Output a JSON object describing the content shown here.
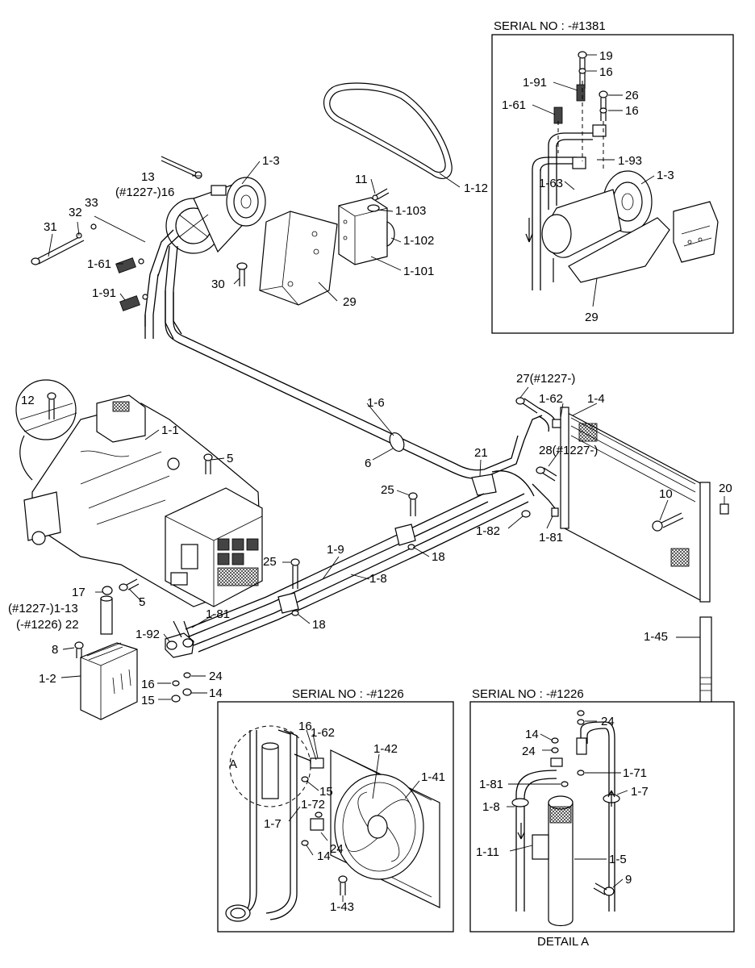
{
  "insets": {
    "top_right": {
      "title": "SERIAL NO : -#1381"
    },
    "bottom_middle": {
      "title": "SERIAL NO : -#1226"
    },
    "bottom_right": {
      "title": "SERIAL NO : -#1226",
      "caption": "DETAIL A"
    }
  },
  "detail_marker": "A",
  "callouts": {
    "c1_3_main": "1-3",
    "c13": "13",
    "c16_var": "(#1227-)16",
    "c33": "33",
    "c32": "32",
    "c31": "31",
    "c1_61_main": "1-61",
    "c1_91_main": "1-91",
    "c11": "11",
    "c1_103": "1-103",
    "c1_102": "1-102",
    "c1_101": "1-101",
    "c30": "30",
    "c29_main": "29",
    "c1_12": "1-12",
    "c12": "12",
    "c1_1": "1-1",
    "c5_top": "5",
    "c5_bot": "5",
    "c1_6": "1-6",
    "c6": "6",
    "c21": "21",
    "c27": "27(#1227-)",
    "c1_62_main": "1-62",
    "c1_4": "1-4",
    "c28": "28(#1227-)",
    "c25_top": "25",
    "c25_bot": "25",
    "c10": "10",
    "c20": "20",
    "c1_82": "1-82",
    "c1_81_right": "1-81",
    "c18_top": "18",
    "c18_bot": "18",
    "c1_9": "1-9",
    "c1_8_main": "1-8",
    "c17": "17",
    "c1_13": "(#1227-)1-13",
    "c22": "(-#1226) 22",
    "c1_81_left": "1-81",
    "c1_92": "1-92",
    "c1_45": "1-45",
    "c8": "8",
    "c1_2": "1-2",
    "c16_bot": "16",
    "c24_bot": "24",
    "c14_bot": "14",
    "c15_bot": "15",
    "tr_19": "19",
    "tr_16a": "16",
    "tr_1_91": "1-91",
    "tr_26": "26",
    "tr_16b": "16",
    "tr_1_61": "1-61",
    "tr_1_93": "1-93",
    "tr_1_63": "1-63",
    "tr_1_3": "1-3",
    "tr_29": "29",
    "bm_16": "16",
    "bm_1_62": "1-62",
    "bm_1_42": "1-42",
    "bm_1_41": "1-41",
    "bm_15": "15",
    "bm_1_72": "1-72",
    "bm_1_7": "1-7",
    "bm_24": "24",
    "bm_14": "14",
    "bm_1_43": "1-43",
    "br_14": "14",
    "br_24a": "24",
    "br_24b": "24",
    "br_1_71": "1-71",
    "br_1_81": "1-81",
    "br_1_7": "1-7",
    "br_1_8": "1-8",
    "br_1_11": "1-11",
    "br_1_5": "1-5",
    "br_9": "9"
  }
}
